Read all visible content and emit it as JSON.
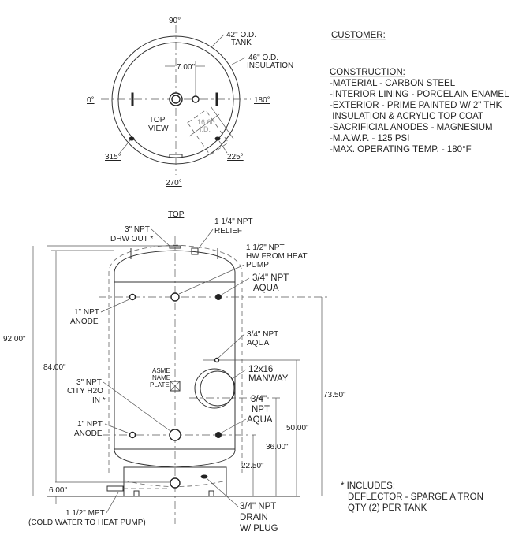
{
  "top_view": {
    "angle_90": "90°",
    "angle_0": "0°",
    "angle_180": "180°",
    "angle_270": "270°",
    "angle_315": "315°",
    "angle_225": "225°",
    "tank_od": [
      "42\" O.D.",
      "TANK"
    ],
    "insulation_od": [
      "46\" O.D.",
      "INSULATION"
    ],
    "offset_dim": "7.00\"",
    "manway_id": [
      "16.00",
      "I.D."
    ],
    "view_label": [
      "TOP",
      "VIEW"
    ]
  },
  "notes": {
    "customer": "CUSTOMER:",
    "construction_title": "CONSTRUCTION:",
    "construction_items": [
      "-MATERIAL - CARBON STEEL",
      "-INTERIOR LINING - PORCELAIN ENAMEL",
      "-EXTERIOR - PRIME PAINTED W/ 2\" THK",
      " INSULATION & ACRYLIC TOP COAT",
      "-SACRIFICIAL ANODES - MAGNESIUM",
      "-M.A.W.P. - 125 PSI",
      "-MAX. OPERATING TEMP. - 180°F"
    ],
    "includes_title": "* INCLUDES:",
    "includes_items": [
      "DEFLECTOR - SPARGE A TRON",
      "QTY (2) PER TANK"
    ]
  },
  "front_view": {
    "top_label": "TOP",
    "dhw_out": [
      "3\" NPT",
      "DHW OUT *"
    ],
    "relief": [
      "1 1/4\" NPT",
      "RELIEF"
    ],
    "hw_from_hp": [
      "1 1/2\" NPT",
      "HW FROM HEAT",
      "PUMP"
    ],
    "aqua_top": [
      "3/4\" NPT",
      "AQUA"
    ],
    "anode_top": [
      "1\" NPT",
      "ANODE"
    ],
    "aqua_mid": [
      "3/4\" NPT",
      "AQUA"
    ],
    "manway": [
      "12x16",
      "MANWAY"
    ],
    "nameplate": [
      "ASME",
      "NAME",
      "PLATE"
    ],
    "city_in": [
      "3\" NPT",
      "CITY H2O",
      "IN *"
    ],
    "aqua_low": [
      "3/4\"",
      "NPT",
      "AQUA"
    ],
    "anode_low": [
      "1\" NPT",
      "ANODE"
    ],
    "cold_out": [
      "1 1/2\" MPT",
      "(COLD WATER TO HEAT PUMP)"
    ],
    "drain": [
      "3/4\" NPT",
      "DRAIN",
      "W/ PLUG"
    ],
    "dims": {
      "overall": "92.00\"",
      "shell": "84.00\"",
      "base": "6.00\"",
      "upper_ports": "73.50\"",
      "aqua_mid": "50.00\"",
      "manway": "36.00\"",
      "lower_ports": "22.50\""
    }
  }
}
